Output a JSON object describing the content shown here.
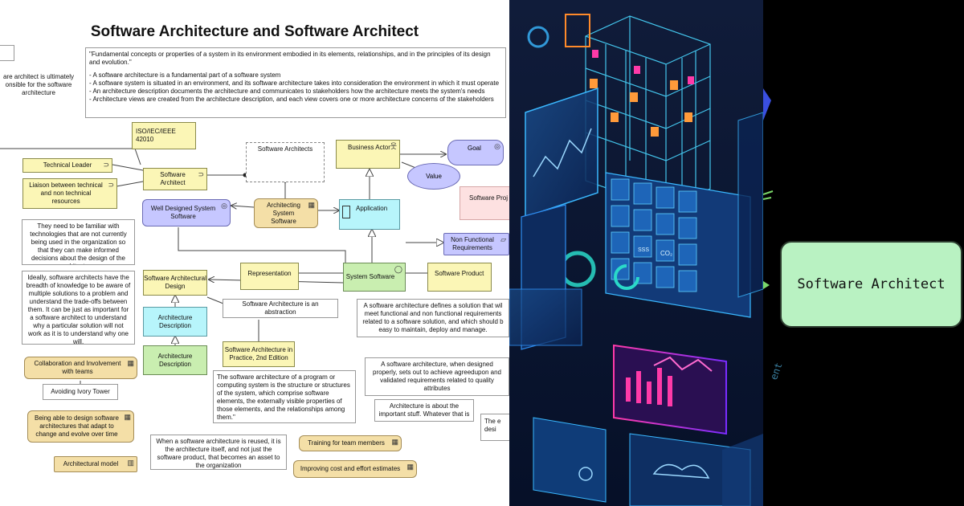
{
  "diagram": {
    "title": "Software Architecture and Software Architect",
    "left_note_partial": "are architect is ultimately onsible for the software architecture",
    "definition_quote": "\"Fundamental concepts or properties of a system in its environment embodied in its elements, relationships, and in the principles of its design and evolution.\"",
    "definition_bullets": [
      "- A software architecture is a fundamental part of a software system",
      "- A software system is situated in an environment, and its software architecture takes into consideration the environment in which it must operate",
      "- An architecture description documents the architecture and communicates to stakeholders how the architecture meets the system's needs",
      "- Architecture views are created from the architecture description, and each view covers one or more architecture concerns of the stakeholders"
    ],
    "iso_label": "ISO/IEC/IEEE 42010",
    "technical_leader": "Technical Leader",
    "liaison": "Liaison between technical and non technical resources",
    "software_architect": "Software Architect",
    "software_architects_group": "Software Architects",
    "business_actor": "Business Actor",
    "goal": "Goal",
    "value": "Value",
    "software_proj_partial": "Software Proj",
    "familiar_note": "They need to be familiar with technologies that are not currently being used in the organization so that they can make informed decisions about the design of the architecture.",
    "well_designed": "Well Designed System Software",
    "architecting": "Architecting System Software",
    "application": "Application",
    "nonfunctional": "Non Functional Requirements",
    "ideally_note": "Ideally, software architects have the breadth of knowledge to be aware of multiple solutions to a problem and understand the trade-offs between them. It can be just as important for a software architect to understand why a particular solution will not work as it is to understand why one will.",
    "sw_arch_design": "Software Architectural Design",
    "representation": "Representation",
    "system_software": "System Software",
    "software_product": "Software Product",
    "abstraction": "Software Architecture is an abstraction",
    "defines_solution": "A software architecture defines a solution that wil meet functional and non functional requirements related to a software solution, and which should b easy to maintain, deploy and manage.",
    "arch_description_1": "Architecture Description",
    "arch_description_2": "Architecture Description",
    "book": "Software Architecture in Practice, 2nd Edition",
    "collaboration": "Collaboration and Involvement with teams",
    "avoiding": "Avoiding Ivory Tower",
    "structure_note": "The software architecture of a program or computing system is the structure or structures of the system, which comprise software elements, the externally visible properties of those elements, and the relationships among them.\"",
    "when_designed": "A software architecture, when designed properly, sets out to achieve agreedupon and validated requirements related to quality attributes",
    "important_stuff": "Architecture is about the important stuff. Whatever that is",
    "partial_right": "The e desi",
    "being_able": "Being able to design software architectures that adapt to change and evolve over time",
    "reused_note": "When a software architecture is reused, it is the architecture itself, and not just the software product, that becomes an asset to the organization",
    "training": "Training for team members",
    "architectural_model": "Architectural model",
    "improving": "Improving cost and effort estimates"
  },
  "illustration": {
    "dashboard_tile_labels": [
      "CO₂",
      "SSS"
    ]
  },
  "dark_panel": {
    "card_label": "Software Architect",
    "partial_vertical_text": "ent",
    "card_color": "#b9f2c2"
  }
}
